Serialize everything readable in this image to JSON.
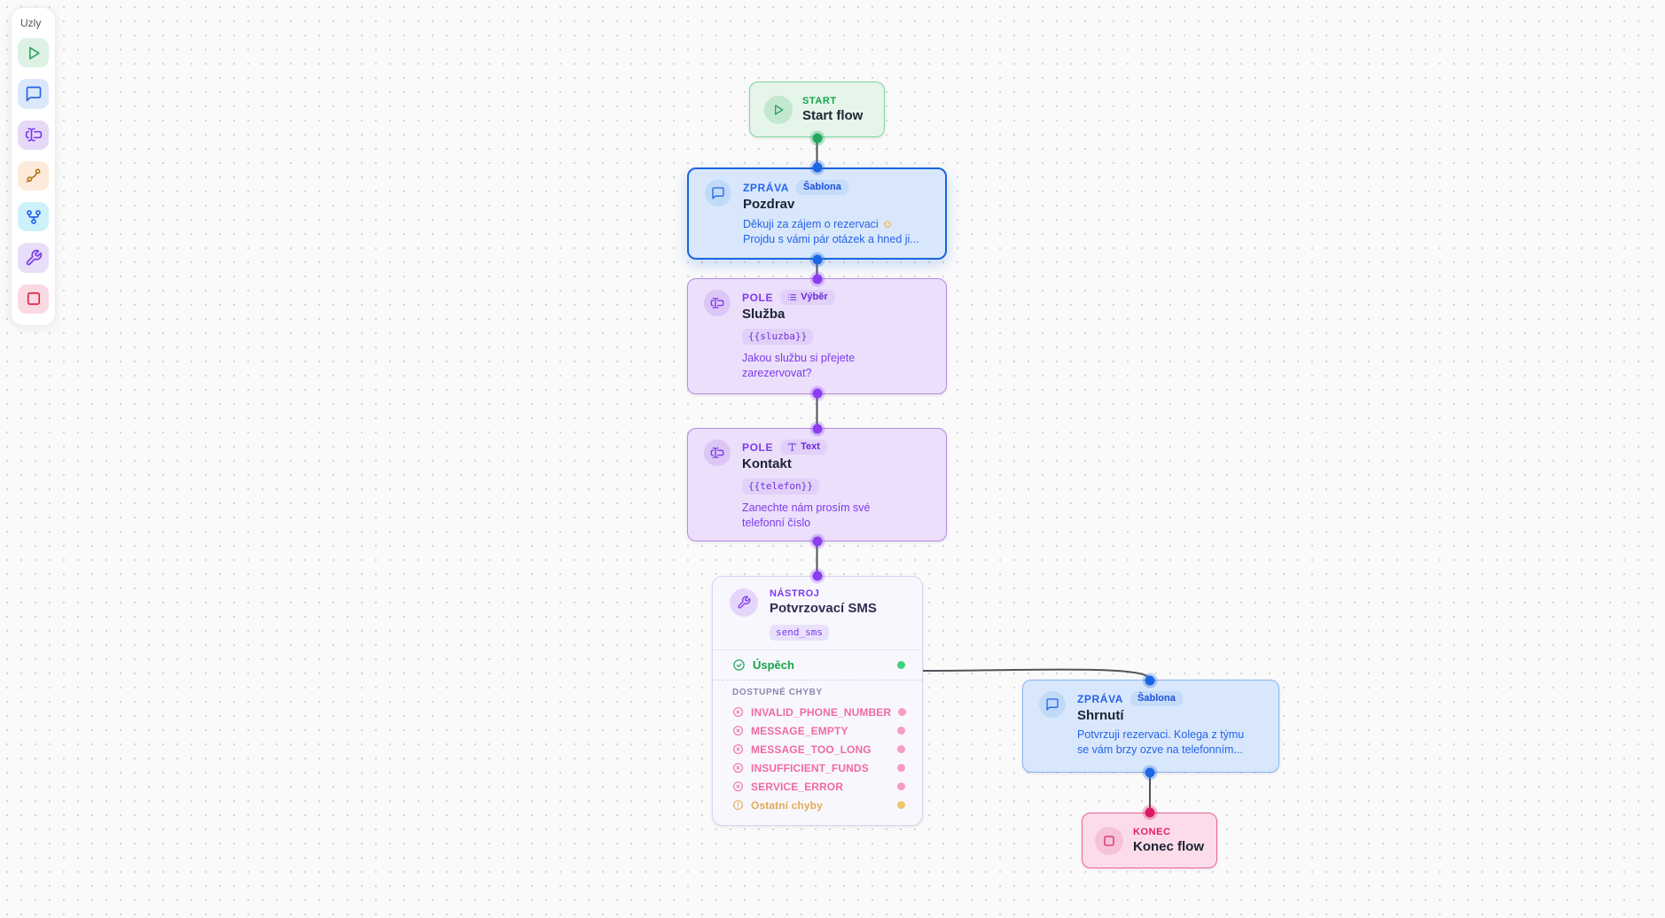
{
  "sidebar": {
    "title": "Uzly",
    "items": [
      {
        "label": "start",
        "icon": "play-icon",
        "bg": "#ddf2e4",
        "color": "#36a566"
      },
      {
        "label": "zprava",
        "icon": "chat-bubble-icon",
        "bg": "#dbe7fb",
        "color": "#2563eb"
      },
      {
        "label": "pole",
        "icon": "input-cursor-icon",
        "bg": "#e6d9f8",
        "color": "#7c3aed"
      },
      {
        "label": "vetveni",
        "icon": "branch-icon",
        "bg": "#fdeada",
        "color": "#b07818"
      },
      {
        "label": "rozcestnik",
        "icon": "fork-icon",
        "bg": "#cdf1fb",
        "color": "#2563eb"
      },
      {
        "label": "nastroj",
        "icon": "wrench-icon",
        "bg": "#e8defa",
        "color": "#7c3aed"
      },
      {
        "label": "konec",
        "icon": "square-icon",
        "bg": "#fbd9e2",
        "color": "#dc2640"
      }
    ]
  },
  "nodes": {
    "start": {
      "type_label": "START",
      "title": "Start flow"
    },
    "greeting": {
      "type_label": "ZPRÁVA",
      "badge": "Šablona",
      "title": "Pozdrav",
      "body_line1": "Děkuji za zájem o rezervaci",
      "emoji": "☺",
      "body_line2": "Projdu s vámi pár otázek a hned ji..."
    },
    "service": {
      "type_label": "POLE",
      "badge": "Výběr",
      "title": "Služba",
      "variable": "{{sluzba}}",
      "body": "Jakou službu si přejete zarezervovat?"
    },
    "contact": {
      "type_label": "POLE",
      "badge": "Text",
      "title": "Kontakt",
      "variable": "{{telefon}}",
      "body": "Zanechte nám prosím své telefonní číslo"
    },
    "tool": {
      "type_label": "NÁSTROJ",
      "title": "Potvrzovací SMS",
      "code": "send_sms",
      "success_label": "Úspěch",
      "errors_header": "DOSTUPNÉ CHYBY",
      "errors": [
        "INVALID_PHONE_NUMBER",
        "MESSAGE_EMPTY",
        "MESSAGE_TOO_LONG",
        "INSUFFICIENT_FUNDS",
        "SERVICE_ERROR"
      ],
      "other_error": "Ostatní chyby"
    },
    "summary": {
      "type_label": "ZPRÁVA",
      "badge": "Šablona",
      "title": "Shrnutí",
      "body_line1": "Potvrzuji rezervaci. Kolega z týmu",
      "body_line2": "se vám brzy ozve na telefonním..."
    },
    "end": {
      "type_label": "KONEC",
      "title": "Konec flow"
    }
  },
  "colors": {
    "canvas_bg": "#fafafa",
    "grid_dot": "#d4d4da",
    "edge": "#52525b",
    "green": "#16a34a",
    "blue": "#2563eb",
    "selected_blue": "#1a64e2",
    "purple": "#7c3aed",
    "pink_error": "#ee6ba1",
    "amber": "#dfab55",
    "crimson": "#e11d61"
  }
}
